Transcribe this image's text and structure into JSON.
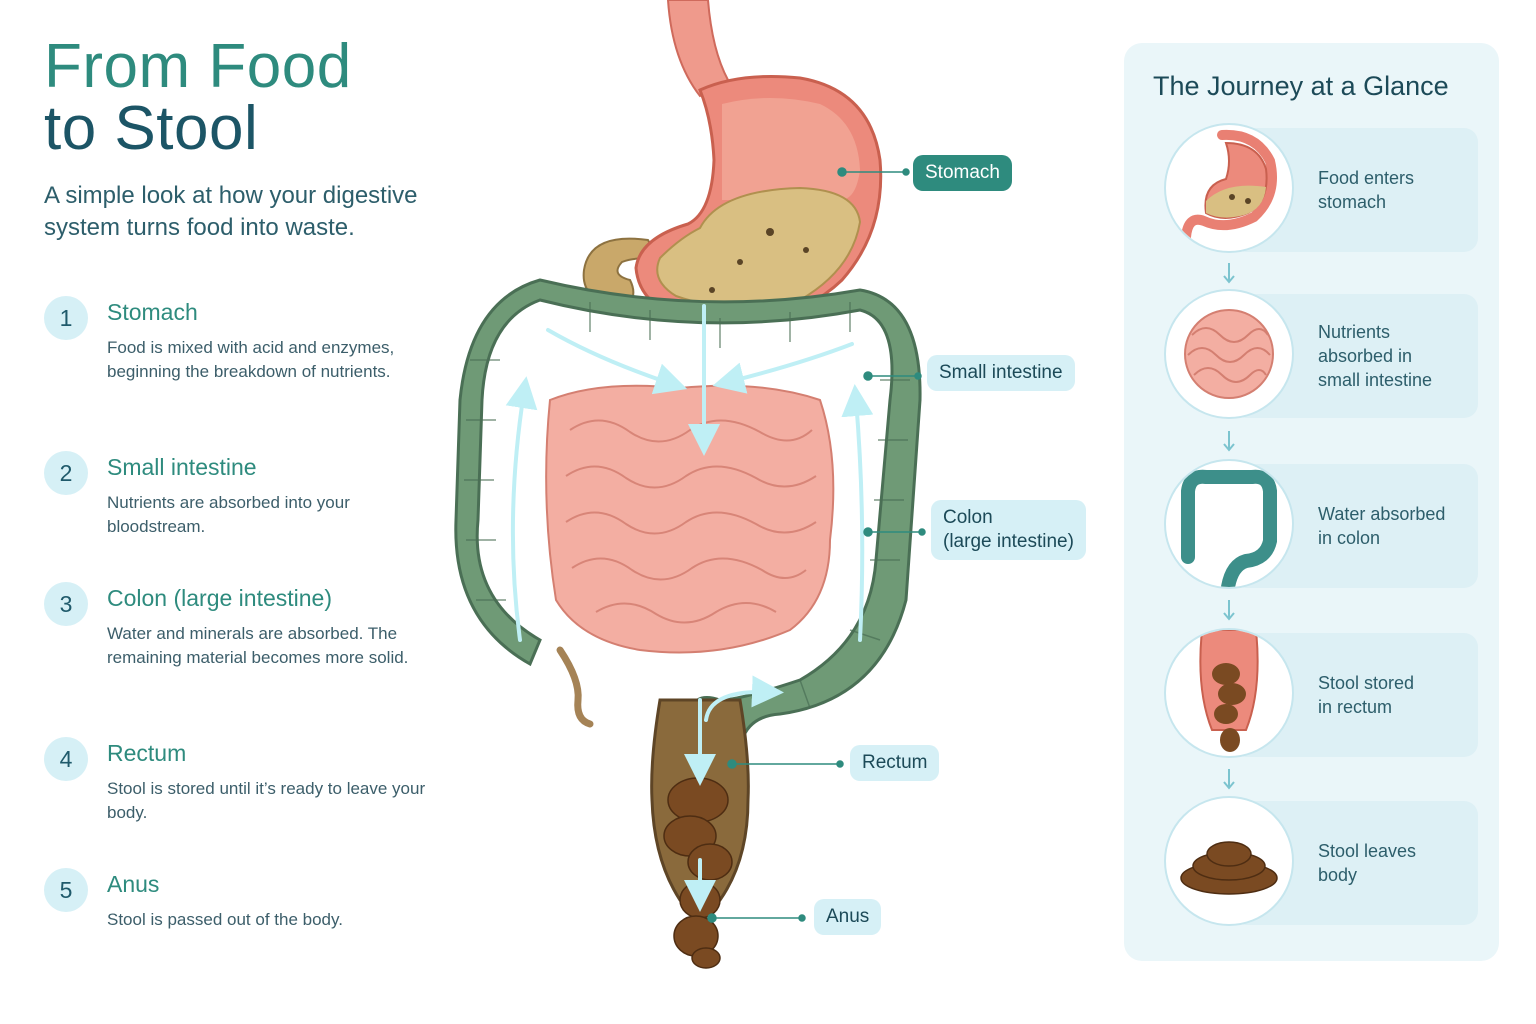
{
  "header": {
    "title_line1": "From Food",
    "title_line2": "to Stool",
    "subtitle": "A simple look at how your digestive system turns food into waste."
  },
  "steps": [
    {
      "number": "1",
      "title": "Stomach",
      "text": "Food is mixed with acid and enzymes, beginning the breakdown of nutrients."
    },
    {
      "number": "2",
      "title": "Small intestine",
      "text": "Nutrients are absorbed into your bloodstream."
    },
    {
      "number": "3",
      "title": "Colon (large intestine)",
      "text": "Water and minerals are absorbed. The remaining material becomes more solid."
    },
    {
      "number": "4",
      "title": "Rectum",
      "text": "Stool is stored until it’s ready to leave your body."
    },
    {
      "number": "5",
      "title": "Anus",
      "text": "Stool is passed out of the body."
    }
  ],
  "callouts": {
    "stomach": "Stomach",
    "small_intestine": "Small intestine",
    "colon_line1": "Colon",
    "colon_line2": "(large intestine)",
    "rectum": "Rectum",
    "anus": "Anus"
  },
  "journey": {
    "title": "The Journey at a Glance",
    "cards": [
      {
        "text": "Food enters\nstomach",
        "icon": "stomach-thumb-icon"
      },
      {
        "text": "Nutrients\nabsorbed in\nsmall intestine",
        "icon": "small-intestine-thumb-icon"
      },
      {
        "text": "Water absorbed\nin colon",
        "icon": "colon-thumb-icon"
      },
      {
        "text": "Stool stored\nin rectum",
        "icon": "rectum-thumb-icon"
      },
      {
        "text": "Stool leaves\nbody",
        "icon": "stool-thumb-icon"
      }
    ]
  },
  "colors": {
    "accent_teal": "#2e8b7e",
    "navy": "#1c5566",
    "light_blue": "#d6f0f6",
    "flow_arrow": "#a8e4ec",
    "stomach_pink": "#e98073",
    "colon_green": "#5e8f6e",
    "stool_brown": "#7a4a22"
  }
}
